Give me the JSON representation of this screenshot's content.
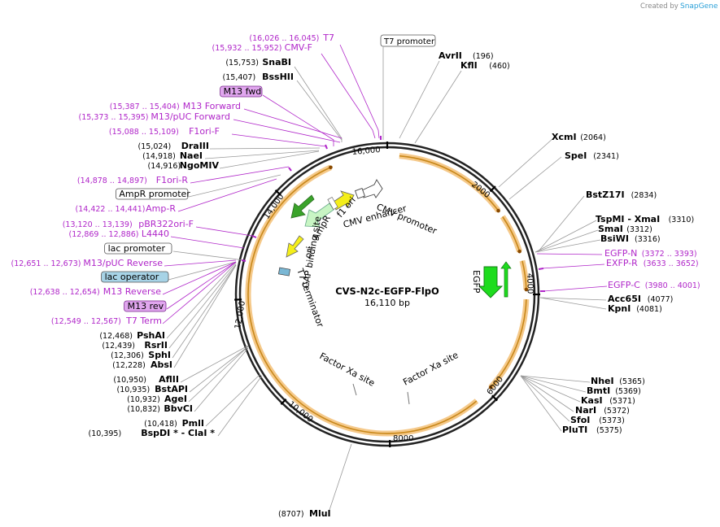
{
  "credit": {
    "prefix": "Created by",
    "brand": "SnapGene"
  },
  "plasmid": {
    "name": "CVS-N2c-EGFP-FlpO",
    "size": "16,110 bp"
  },
  "ticks": [
    "2000",
    "4000",
    "6000",
    "8000",
    "10,000",
    "12,000",
    "14,000",
    "16,000"
  ],
  "inner_labels": {
    "cmv_promoter": "CMV promoter",
    "cmv_enhancer": "CMV enhancer",
    "f1_ori": "f1 ori",
    "ampr": "AmpR",
    "ori": "ori",
    "cap_site": "CAP binding site",
    "t7_term": "T7 terminator",
    "egfp": "EGFP",
    "factor_xa_1": "Factor Xa site",
    "factor_xa_2": "Factor Xa site"
  },
  "top_box": "T7 promoter",
  "left_labels": [
    {
      "coord": "(16,026 .. 16,045)",
      "name": "T7",
      "kind": "feat"
    },
    {
      "coord": "(15,932 .. 15,952)",
      "name": "CMV-F",
      "kind": "feat"
    },
    {
      "coord": "(15,753)",
      "name": "SnaBI",
      "kind": "site"
    },
    {
      "coord": "(15,407)",
      "name": "BssHII",
      "kind": "site"
    },
    {
      "coord": "",
      "name": "M13 fwd",
      "kind": "boxp"
    },
    {
      "coord": "(15,387 .. 15,404)",
      "name": "M13 Forward",
      "kind": "feat"
    },
    {
      "coord": "(15,373 .. 15,395)",
      "name": "M13/pUC Forward",
      "kind": "feat"
    },
    {
      "coord": "(15,088 .. 15,109)",
      "name": "F1ori-F",
      "kind": "feat"
    },
    {
      "coord": "(15,024)",
      "name": "DraIII",
      "kind": "site"
    },
    {
      "coord": "(14,918)",
      "name": "NaeI",
      "kind": "site"
    },
    {
      "coord": "(14,916)",
      "name": "NgoMIV",
      "kind": "site"
    },
    {
      "coord": "(14,878 .. 14,897)",
      "name": "F1ori-R",
      "kind": "feat"
    },
    {
      "coord": "",
      "name": "AmpR promoter",
      "kind": "boxw"
    },
    {
      "coord": "(14,422 .. 14,441)",
      "name": "Amp-R",
      "kind": "feat"
    },
    {
      "coord": "(13,120 .. 13,139)",
      "name": "pBR322ori-F",
      "kind": "feat"
    },
    {
      "coord": "(12,869 .. 12,886)",
      "name": "L4440",
      "kind": "feat"
    },
    {
      "coord": "",
      "name": "lac promoter",
      "kind": "boxw"
    },
    {
      "coord": "(12,651 .. 12,673)",
      "name": "M13/pUC Reverse",
      "kind": "feat"
    },
    {
      "coord": "",
      "name": "lac operator",
      "kind": "boxb"
    },
    {
      "coord": "(12,638 .. 12,654)",
      "name": "M13 Reverse",
      "kind": "feat"
    },
    {
      "coord": "",
      "name": "M13 rev",
      "kind": "boxp"
    },
    {
      "coord": "(12,549 .. 12,567)",
      "name": "T7 Term",
      "kind": "feat"
    },
    {
      "coord": "(12,468)",
      "name": "PshAI",
      "kind": "site"
    },
    {
      "coord": "(12,439)",
      "name": "RsrII",
      "kind": "site"
    },
    {
      "coord": "(12,306)",
      "name": "SphI",
      "kind": "site"
    },
    {
      "coord": "(12,228)",
      "name": "AbsI",
      "kind": "site"
    },
    {
      "coord": "(10,950)",
      "name": "AflII",
      "kind": "site"
    },
    {
      "coord": "(10,935)",
      "name": "BstAPI",
      "kind": "site"
    },
    {
      "coord": "(10,932)",
      "name": "AgeI",
      "kind": "site"
    },
    {
      "coord": "(10,832)",
      "name": "BbvCI",
      "kind": "site"
    },
    {
      "coord": "(10,418)",
      "name": "PmlI",
      "kind": "site"
    },
    {
      "coord": "(10,395)",
      "name": "BspDI * - ClaI *",
      "kind": "site"
    }
  ],
  "right_labels": [
    {
      "name": "AvrII",
      "coord": "(196)",
      "kind": "site"
    },
    {
      "name": "KflI",
      "coord": "(460)",
      "kind": "site"
    },
    {
      "name": "XcmI",
      "coord": "(2064)",
      "kind": "site"
    },
    {
      "name": "SpeI",
      "coord": "(2341)",
      "kind": "site"
    },
    {
      "name": "BstZ17I",
      "coord": "(2834)",
      "kind": "site"
    },
    {
      "name": "TspMI - XmaI",
      "coord": "(3310)",
      "kind": "site"
    },
    {
      "name": "SmaI",
      "coord": "(3312)",
      "kind": "site"
    },
    {
      "name": "BsiWI",
      "coord": "(3316)",
      "kind": "site"
    },
    {
      "name": "EGFP-N",
      "coord": "(3372 .. 3393)",
      "kind": "feat"
    },
    {
      "name": "EXFP-R",
      "coord": "(3633 .. 3652)",
      "kind": "feat"
    },
    {
      "name": "EGFP-C",
      "coord": "(3980 .. 4001)",
      "kind": "feat"
    },
    {
      "name": "Acc65I",
      "coord": "(4077)",
      "kind": "site"
    },
    {
      "name": "KpnI",
      "coord": "(4081)",
      "kind": "site"
    },
    {
      "name": "NheI",
      "coord": "(5365)",
      "kind": "site"
    },
    {
      "name": "BmtI",
      "coord": "(5369)",
      "kind": "site"
    },
    {
      "name": "KasI",
      "coord": "(5371)",
      "kind": "site"
    },
    {
      "name": "NarI",
      "coord": "(5372)",
      "kind": "site"
    },
    {
      "name": "SfoI",
      "coord": "(5373)",
      "kind": "site"
    },
    {
      "name": "PluTI",
      "coord": "(5375)",
      "kind": "site"
    }
  ],
  "bottom_label": {
    "coord": "(8707)",
    "name": "MluI"
  }
}
